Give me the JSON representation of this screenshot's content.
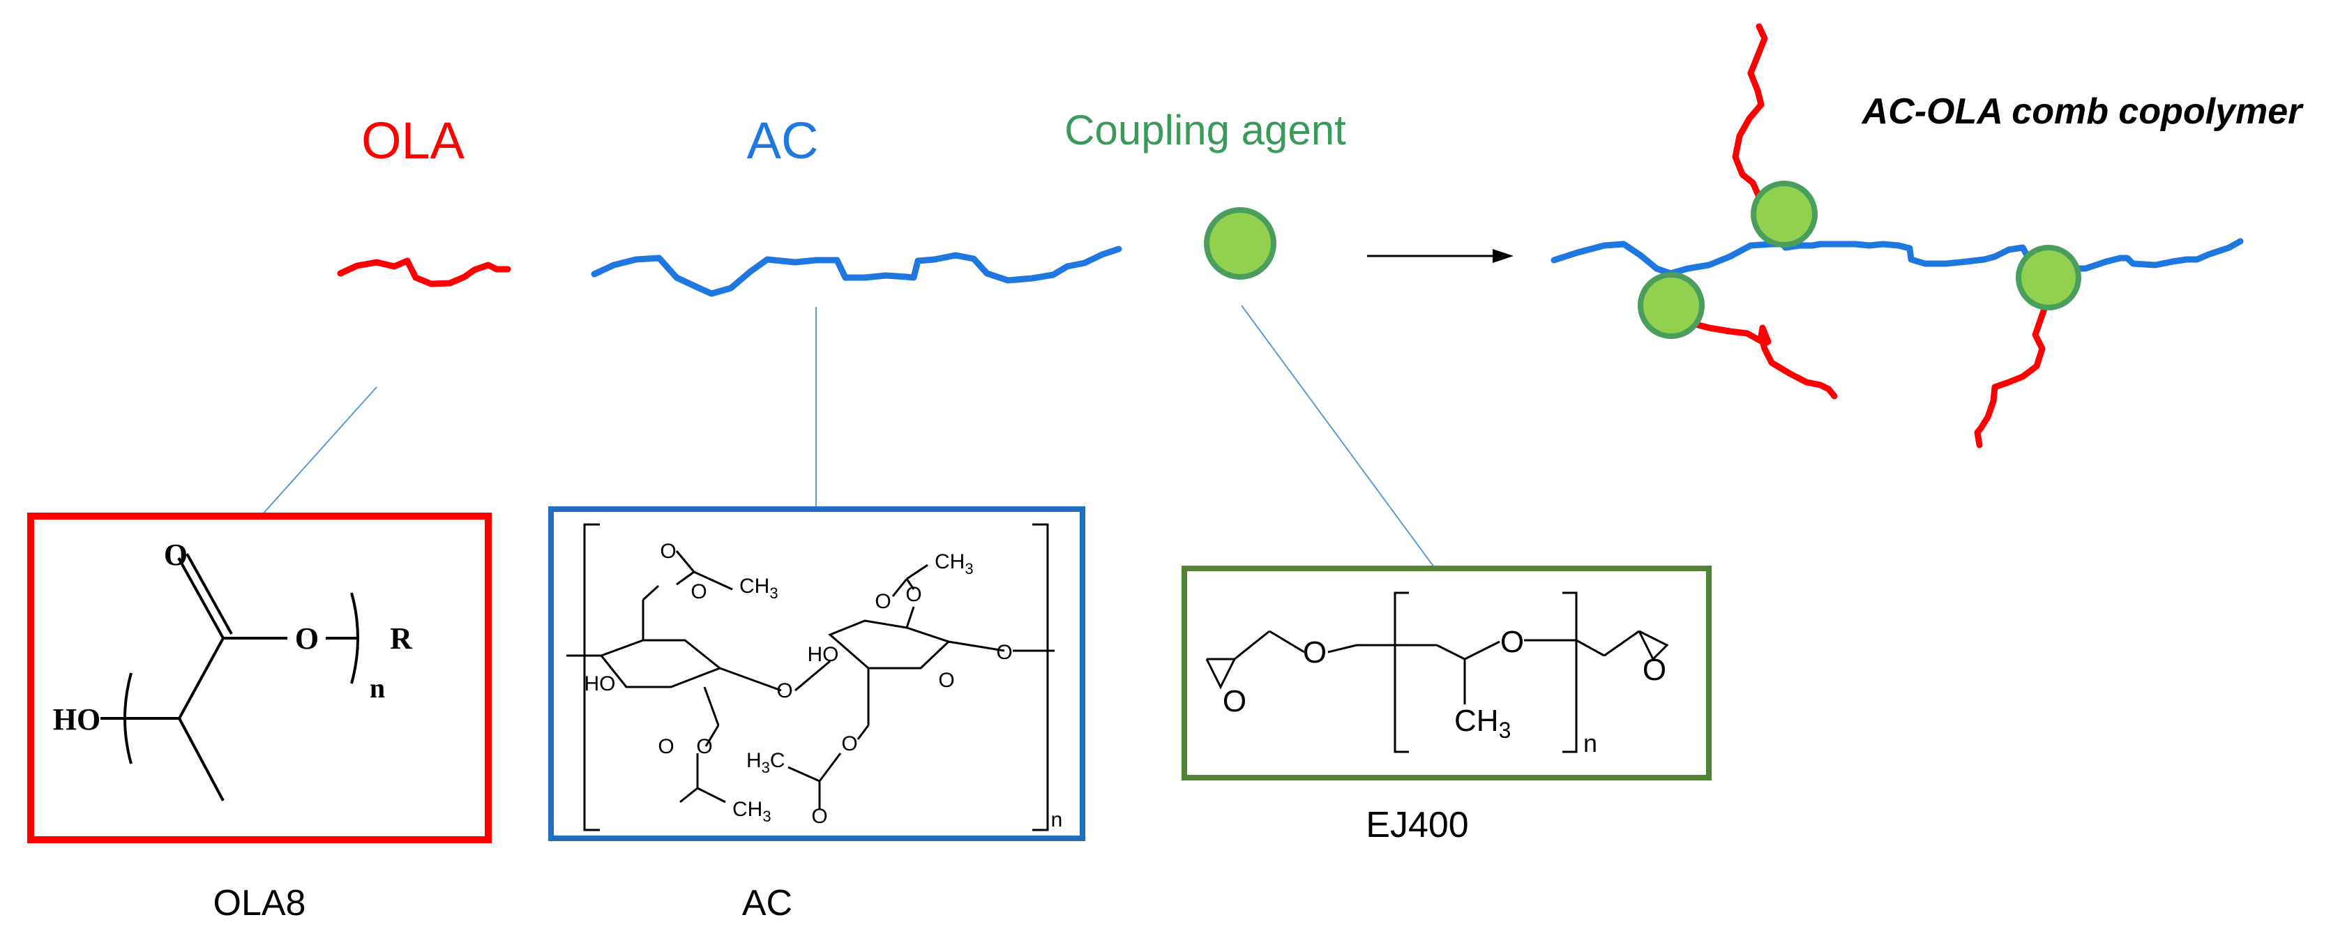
{
  "labels": {
    "ola": "OLA",
    "ac": "AC",
    "coupling": "Coupling agent",
    "product": "AC-OLA comb copolymer",
    "ola8": "OLA8",
    "ac_caption": "AC",
    "ej400": "EJ400"
  },
  "ola8_structure": {
    "o_top": "O",
    "o_ester": "O",
    "r": "R",
    "ho": "HO",
    "n": "n"
  },
  "ac_structure": {
    "ch3": "CH",
    "ch3_sub": "3",
    "o": "O",
    "ho": "HO",
    "h3c": "H",
    "h3c_sub": "3",
    "h3c_c": "C",
    "n": "n"
  },
  "ej400_structure": {
    "o": "O",
    "ch3": "CH",
    "ch3_sub": "3",
    "n": "n"
  },
  "colors": {
    "ola": "#ff0000",
    "ac": "#1f77e0",
    "coupling_text": "#3a9a5a",
    "coupling_fill": "#92d050",
    "coupling_stroke": "#4a9e5c",
    "ej400_box": "#548235",
    "ac_box": "#1f6fc0",
    "ola_box": "#ff0000"
  }
}
